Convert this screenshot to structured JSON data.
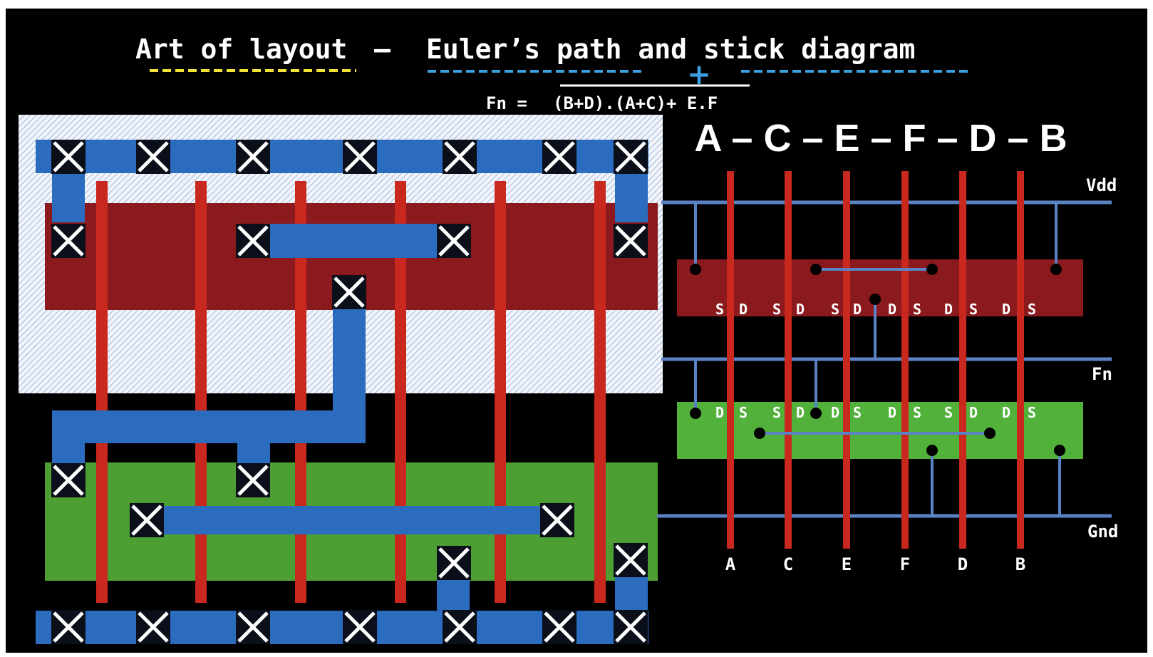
{
  "title": {
    "part1": "Art of layout",
    "dash": " – ",
    "part2": "Euler’s path and stick diagram"
  },
  "formula": {
    "lhs": "Fn = ",
    "rhs": "(B+D).(A+C)+ E.F",
    "operator_symbol": "+"
  },
  "euler_path": {
    "sequence": "A – C – E – F – D – B",
    "gates": [
      "A",
      "C",
      "E",
      "F",
      "D",
      "B"
    ]
  },
  "rails": {
    "vdd": "Vdd",
    "fn": "Fn",
    "gnd": "Gnd"
  },
  "pmos_sd_labels": [
    "S",
    "D",
    "S",
    "D",
    "S",
    "D",
    "D",
    "S",
    "D",
    "S",
    "D",
    "S"
  ],
  "nmos_sd_labels": [
    "D",
    "S",
    "S",
    "D",
    "D",
    "S",
    "D",
    "S",
    "S",
    "D",
    "D",
    "S"
  ],
  "colors": {
    "background": "#000000",
    "metal": "#2b6cbf",
    "metal_stick": "#5b82c4",
    "poly": "#c8281e",
    "p_diffusion": "#8b1a1e",
    "n_diffusion": "#4fa83a",
    "n_well_hatch": "#dfe8f5",
    "title_underline_yellow": "#f2e33a",
    "title_underline_blue": "#3aa0e0"
  }
}
